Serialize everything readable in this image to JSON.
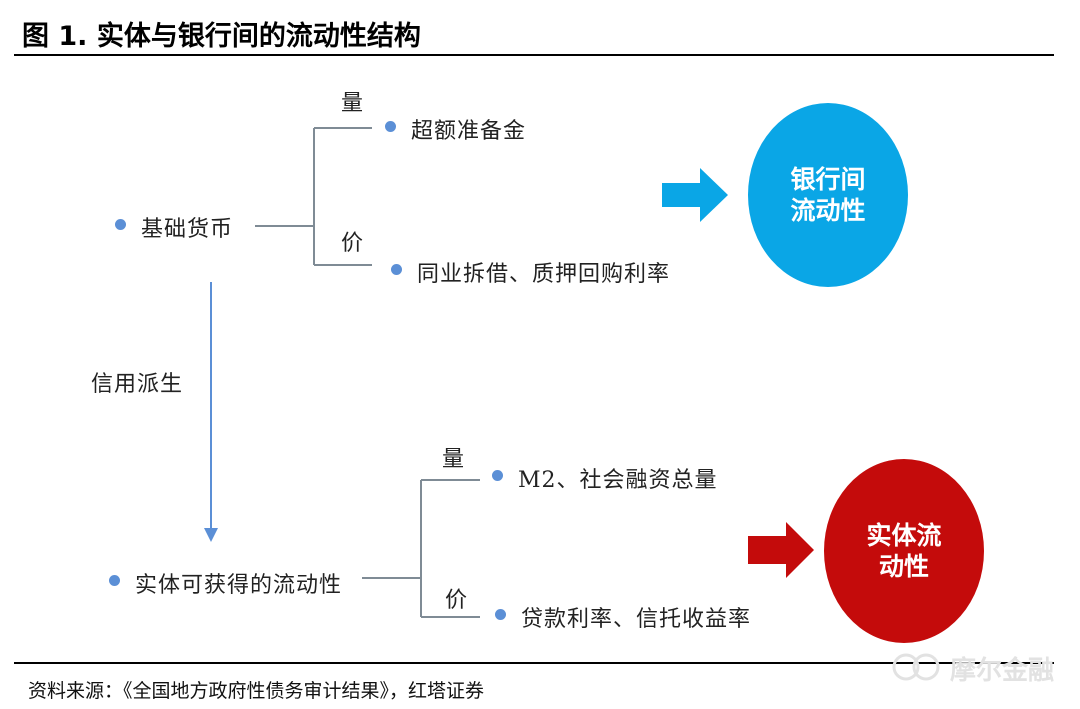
{
  "title": "图 1. 实体与银行间的流动性结构",
  "top": {
    "root": "基础货币",
    "qty_label": "量",
    "qty_item": "超额准备金",
    "price_label": "价",
    "price_item": "同业拆借、质押回购利率",
    "result": "银行间流动性",
    "result_line1": "银行间",
    "result_line2": "流动性",
    "color": "#0aa6e6"
  },
  "connector": "信用派生",
  "bottom": {
    "root": "实体可获得的流动性",
    "qty_label": "量",
    "qty_item": "M2、社会融资总量",
    "price_label": "价",
    "price_item": "贷款利率、信托收益率",
    "result": "实体流动性",
    "result_line1": "实体流",
    "result_line2": "动性",
    "color": "#c40b0b"
  },
  "source": "资料来源：《全国地方政府性债务审计结果》，红塔证券",
  "watermark": "摩尔金融",
  "colors": {
    "bullet": "#5b8fd6",
    "line": "#7f8b95",
    "down_arrow": "#5b8fd6"
  }
}
